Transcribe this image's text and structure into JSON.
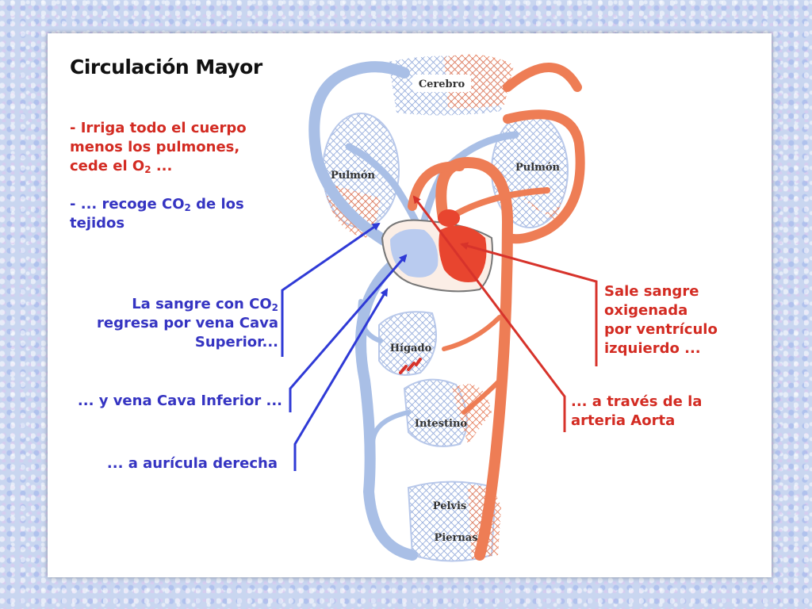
{
  "title": "Circulación Mayor",
  "organs": {
    "cerebro": "Cerebro",
    "pulmon_left": "Pulmón",
    "pulmon_right": "Pulmón",
    "higado": "Hígado",
    "intestino": "Intestino",
    "pelvis": "Pelvis",
    "piernas": "Piernas"
  },
  "texts": {
    "irriga": [
      "- Irriga todo el cuerpo",
      "menos los pulmones,",
      "cede el O",
      "2",
      " ..."
    ],
    "recoge": [
      "- ... recoge CO",
      "2",
      " de los",
      "tejidos"
    ],
    "vena_cava_superior": [
      "La sangre con CO",
      "2",
      "regresa por vena Cava",
      "Superior..."
    ],
    "vena_cava_inferior": "... y vena Cava Inferior ...",
    "auricula": "... a aurícula derecha",
    "sale_sangre": [
      "Sale sangre",
      "oxigenada",
      "por ventrículo",
      "izquierdo ..."
    ],
    "aorta": [
      "... a través de la",
      "arteria Aorta"
    ]
  },
  "colors": {
    "arterial": "#ee7d55",
    "venous": "#a9bfe6",
    "red_text": "#d32b22",
    "blue_text": "#3534c2"
  }
}
